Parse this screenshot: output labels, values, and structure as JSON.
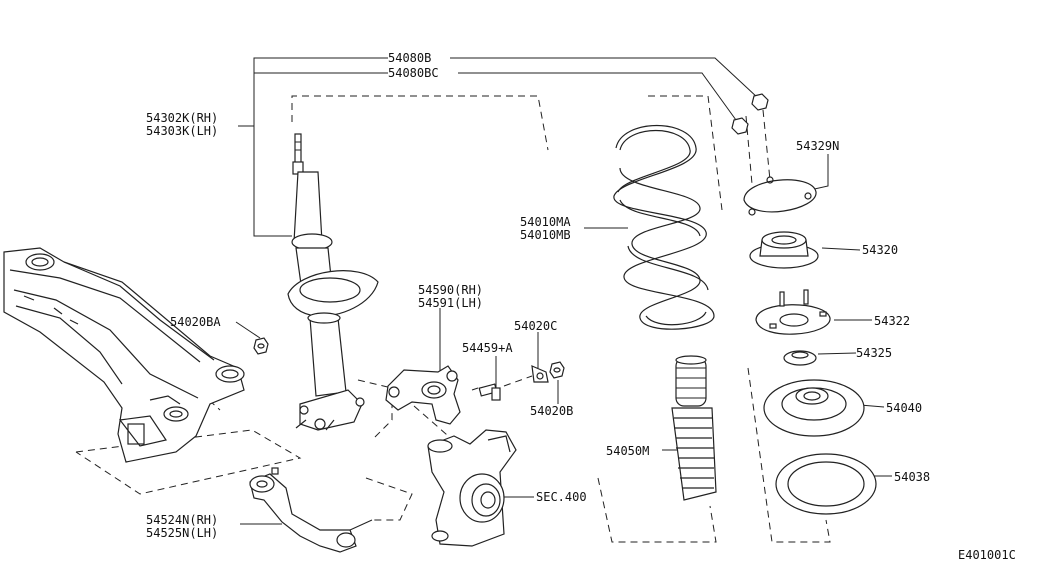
{
  "diagram": {
    "code": "E401001C",
    "labels": {
      "p54080B": "54080B",
      "p54080BC": "54080BC",
      "p54302K": "54302K(RH)",
      "p54303K": "54303K(LH)",
      "p54329N": "54329N",
      "p54010MA": "54010MA",
      "p54010MB": "54010MB",
      "p54320": "54320",
      "p54322": "54322",
      "p54325": "54325",
      "p54040": "54040",
      "p54038": "54038",
      "p54050M": "54050M",
      "p54020BA": "54020BA",
      "p54590": "54590(RH)",
      "p54591": "54591(LH)",
      "p54459A": "54459+A",
      "p54020C": "54020C",
      "p54020B": "54020B",
      "sec400": "SEC.400",
      "p54524N": "54524N(RH)",
      "p54525N": "54525N(LH)"
    }
  }
}
